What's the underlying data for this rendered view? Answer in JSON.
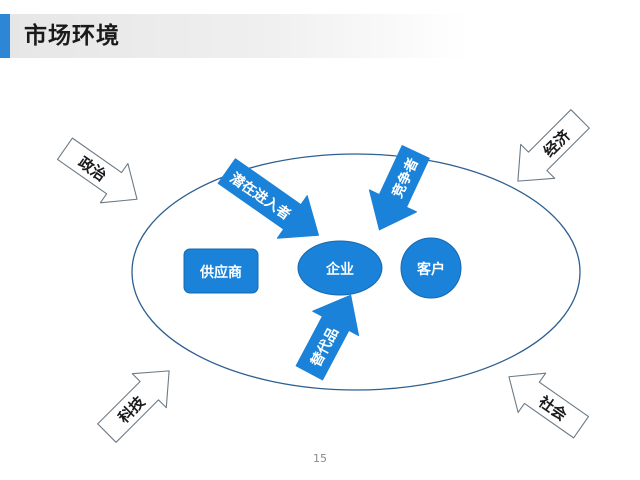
{
  "slide": {
    "title": "市场环境",
    "page_number": "15"
  },
  "diagram": {
    "nodes": {
      "supplier": "供应商",
      "enterprise": "企业",
      "customer": "客户"
    },
    "inner_arrows": {
      "potential_entrants": "潜在进入者",
      "competitors": "竞争者",
      "substitutes": "替代品"
    },
    "outer_arrows": {
      "politics": "政治",
      "economy": "经济",
      "technology": "科技",
      "society": "社会"
    },
    "colors": {
      "node_fill": "#1a82d8",
      "node_text": "#ffffff",
      "arrow_fill": "#1a82d8",
      "ellipse_stroke": "#2d5f8f",
      "outer_arrow_fill": "#ffffff",
      "outer_arrow_stroke": "#6b7a86",
      "title_accent": "#2e86d6"
    }
  }
}
